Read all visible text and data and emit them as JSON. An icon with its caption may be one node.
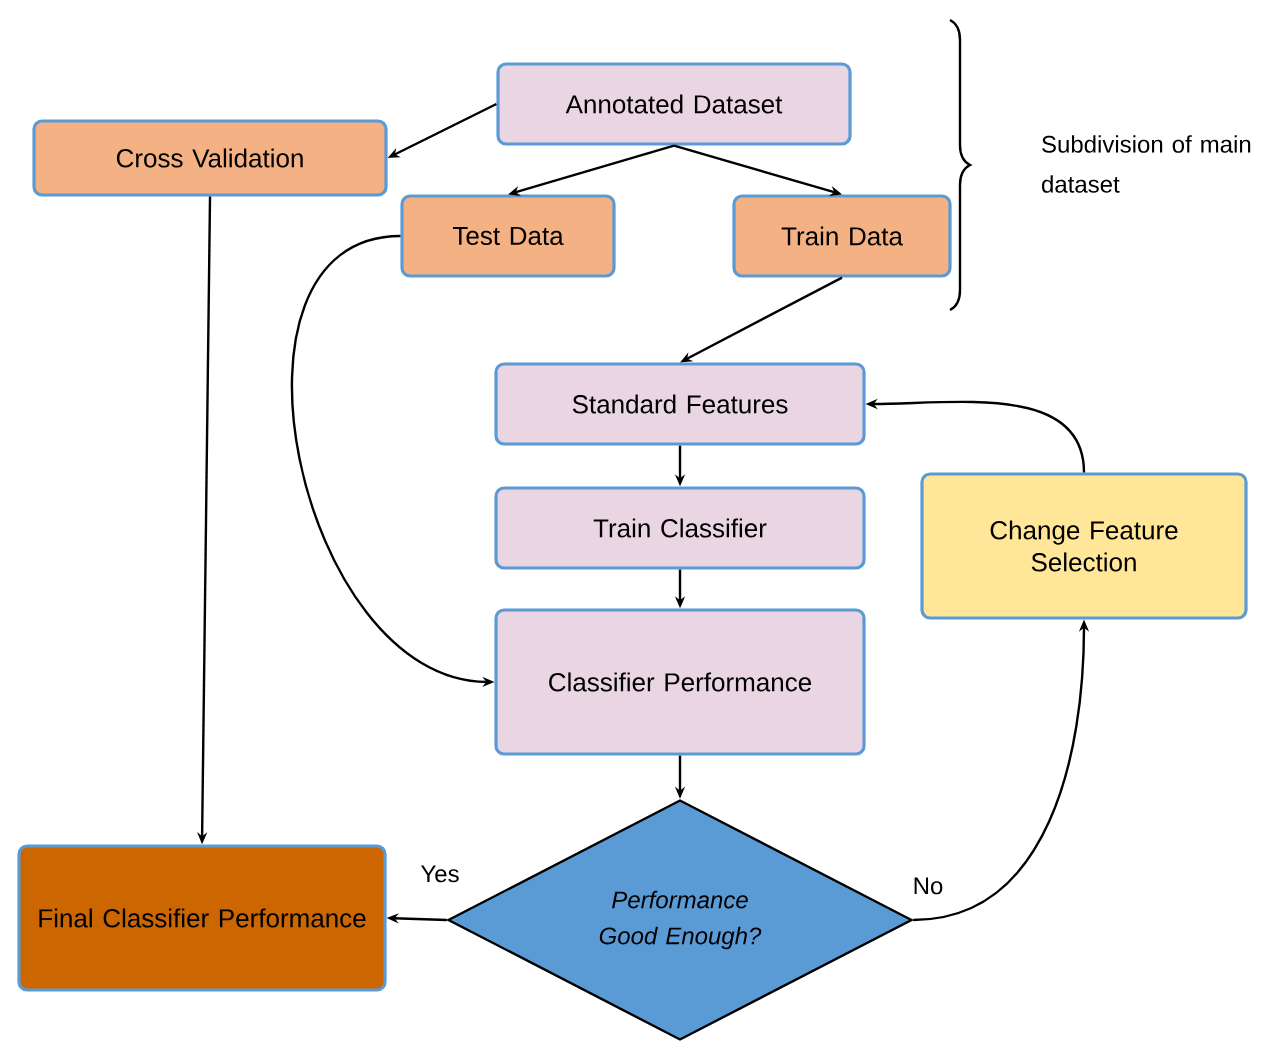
{
  "diagram": {
    "nodes": [
      {
        "text": [
          "Annotated Dataset"
        ]
      },
      {
        "text": [
          "Cross Validation"
        ]
      },
      {
        "text": [
          "Test Data"
        ]
      },
      {
        "text": [
          "Train Data"
        ]
      },
      {
        "text": [
          "Standard Features"
        ]
      },
      {
        "text": [
          "Train Classifier"
        ]
      },
      {
        "text": [
          "Classifier Performance"
        ]
      },
      {
        "text": [
          "Change Feature Selection"
        ]
      },
      {
        "text": [
          "Performance Good Enough?"
        ]
      },
      {
        "text": [
          "Final Classifier Performance"
        ]
      }
    ],
    "edges": [
      {
        "from": 0,
        "to": 1,
        "arrow": "to"
      },
      {
        "from": 0,
        "to": 2,
        "arrow": "to"
      },
      {
        "from": 0,
        "to": 3,
        "arrow": "to"
      },
      {
        "from": 3,
        "to": 4,
        "arrow": "to"
      },
      {
        "from": 4,
        "to": 5,
        "arrow": "to"
      },
      {
        "from": 5,
        "to": 6,
        "arrow": "to"
      },
      {
        "from": 2,
        "to": 6,
        "arrow": "to"
      },
      {
        "from": 6,
        "to": 8,
        "arrow": "to"
      },
      {
        "from": 1,
        "to": 9,
        "arrow": "to"
      },
      {
        "from": 8,
        "to": 9,
        "arrow": "to",
        "label": "Yes"
      },
      {
        "from": 8,
        "to": 7,
        "arrow": "to",
        "label": "No"
      },
      {
        "from": 7,
        "to": 4,
        "arrow": "to"
      }
    ],
    "labels": [
      "Subdivision of main dataset"
    ]
  }
}
